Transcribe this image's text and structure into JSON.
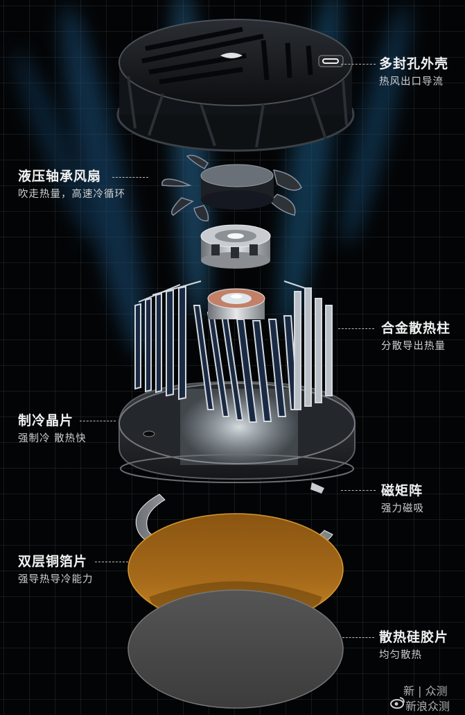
{
  "diagram": {
    "type": "exploded-view product diagram",
    "subject": "phone cooler / semiconductor cooling fan",
    "colors": {
      "background": "#030405",
      "grid_line": "#3a3f45",
      "beam_blue": "#1e5a8a",
      "copper": "#a8681a",
      "silicone_pad": "#4a4a4a",
      "metal": "#c8ccd0",
      "label_text": "#f2f2f2",
      "sub_text": "#cfcfcf"
    },
    "components": [
      {
        "id": "shell",
        "title": "多封孔外壳",
        "subtitle": "热风出口导流",
        "side": "right"
      },
      {
        "id": "fan",
        "title": "液压轴承风扇",
        "subtitle": "吹走热量，高速冷循环",
        "side": "left"
      },
      {
        "id": "heatsink",
        "title": "合金散热柱",
        "subtitle": "分散导出热量",
        "side": "right"
      },
      {
        "id": "peltier",
        "title": "制冷晶片",
        "subtitle": "强制冷 散热快",
        "side": "left"
      },
      {
        "id": "magnet",
        "title": "磁矩阵",
        "subtitle": "强力磁吸",
        "side": "right"
      },
      {
        "id": "copper",
        "title": "双层铜箔片",
        "subtitle": "强导热导冷能力",
        "side": "left"
      },
      {
        "id": "silicone",
        "title": "散热硅胶片",
        "subtitle": "均匀散热",
        "side": "right"
      }
    ]
  },
  "watermark": {
    "line1": "新 | 众测",
    "line2": "新浪众测"
  }
}
